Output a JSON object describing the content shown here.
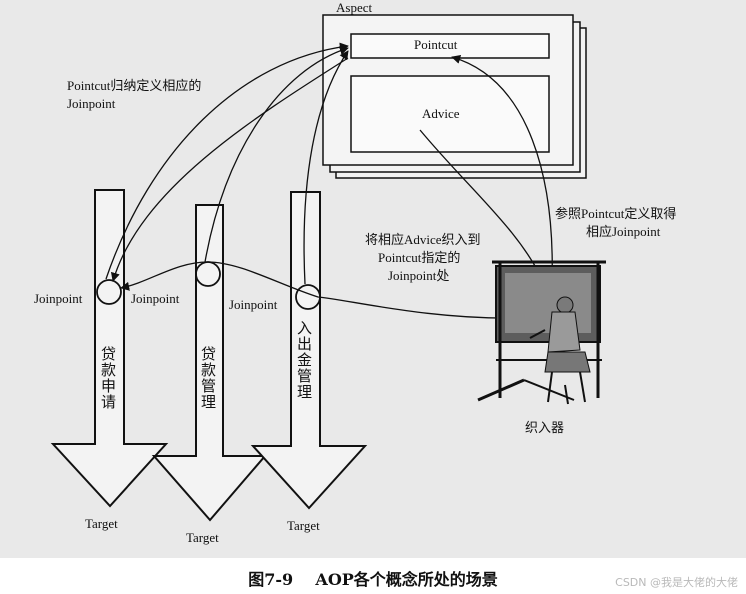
{
  "aspect": {
    "title": "Aspect",
    "pointcut": "Pointcut",
    "advice": "Advice"
  },
  "notes": {
    "pointcut_define": [
      "Pointcut归纳定义相应的",
      "Joinpoint"
    ],
    "weave": [
      "将相应Advice织入到",
      "Pointcut指定的",
      "Joinpoint处"
    ],
    "refer": [
      "参照Pointcut定义取得",
      "相应Joinpoint"
    ]
  },
  "targets": [
    {
      "name": "贷款申请",
      "joinpoint": "Joinpoint",
      "target": "Target"
    },
    {
      "name": "贷款管理",
      "joinpoint": "Joinpoint",
      "target": "Target"
    },
    {
      "name": "入出金管理",
      "joinpoint": "Joinpoint",
      "target": "Target"
    }
  ],
  "weaver": {
    "label": "织入器",
    "icon": "weaver-at-loom-illustration"
  },
  "caption": {
    "figure": "图7-9",
    "title": "AOP各个概念所处的场景"
  },
  "credit": "CSDN @我是大佬的大佬",
  "colors": {
    "background": "#e9e9e9",
    "ink": "#111111",
    "page": "#ffffff"
  }
}
